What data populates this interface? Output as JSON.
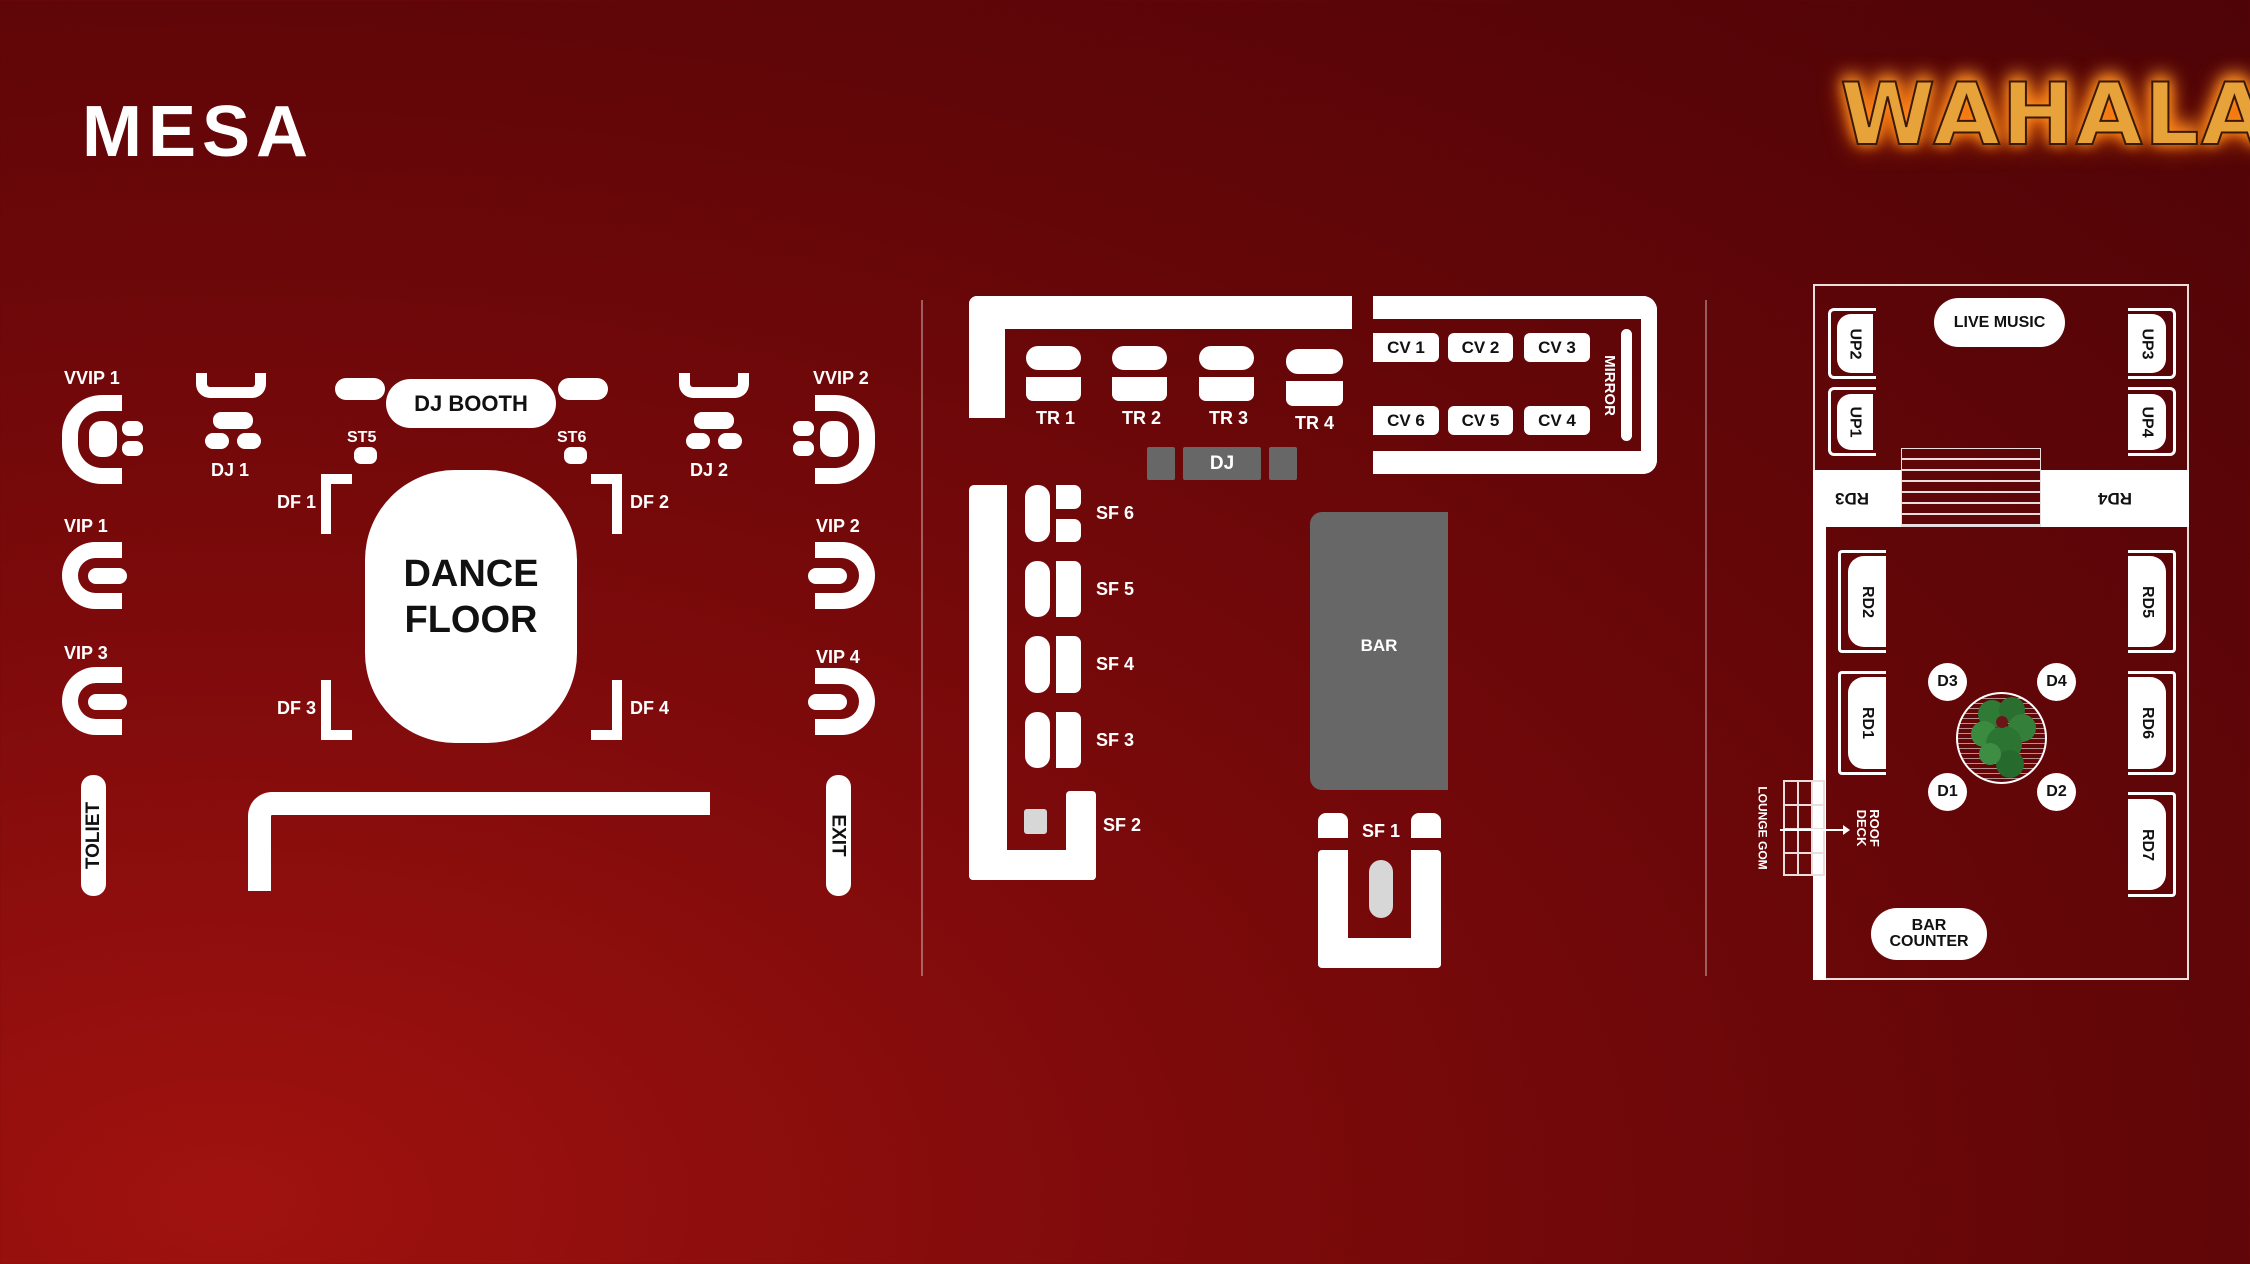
{
  "brand": {
    "left_logo": "MESA",
    "right_logo": "WAHALA"
  },
  "colors": {
    "background": "#6a0608",
    "fixture": "#ffffff",
    "gray_fixture": "#676767",
    "tree": "#2e7a36"
  },
  "ground": {
    "vvip1": "VVIP 1",
    "vvip2": "VVIP 2",
    "vip1": "VIP 1",
    "vip2": "VIP 2",
    "vip3": "VIP 3",
    "vip4": "VIP 4",
    "dj1": "DJ 1",
    "dj2": "DJ 2",
    "dj_booth": "DJ BOOTH",
    "st5": "ST5",
    "st6": "ST6",
    "dance_floor_line1": "DANCE",
    "dance_floor_line2": "FLOOR",
    "df1": "DF 1",
    "df2": "DF 2",
    "df3": "DF 3",
    "df4": "DF 4",
    "toilet": "TOLIET",
    "exit": "EXIT"
  },
  "middle": {
    "tr": [
      "TR 1",
      "TR 2",
      "TR 3",
      "TR 4"
    ],
    "cv_top": [
      "CV 1",
      "CV 2",
      "CV 3"
    ],
    "cv_bottom": [
      "CV 6",
      "CV 5",
      "CV 4"
    ],
    "mirror": "MIRROR",
    "dj": "DJ",
    "sf": {
      "sf6": "SF 6",
      "sf5": "SF 5",
      "sf4": "SF 4",
      "sf3": "SF 3",
      "sf2": "SF 2",
      "sf1": "SF 1"
    },
    "bar": "BAR"
  },
  "rooftop": {
    "live_music": "LIVE MUSIC",
    "up": {
      "up1": "UP1",
      "up2": "UP2",
      "up3": "UP3",
      "up4": "UP4"
    },
    "rd": {
      "rd1": "RD1",
      "rd2": "RD2",
      "rd3": "RD3",
      "rd4": "RD4",
      "rd5": "RD5",
      "rd6": "RD6",
      "rd7": "RD7"
    },
    "d": {
      "d1": "D1",
      "d2": "D2",
      "d3": "D3",
      "d4": "D4"
    },
    "roof_deck_line1": "ROOF",
    "roof_deck_line2": "DECK",
    "lounge": "LOUNGE GOM",
    "bar_counter_line1": "BAR",
    "bar_counter_line2": "COUNTER"
  }
}
